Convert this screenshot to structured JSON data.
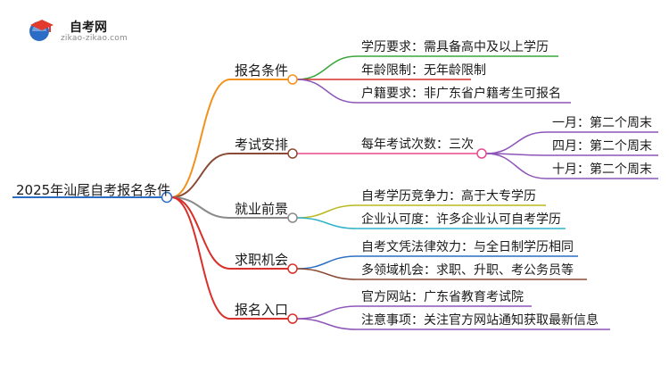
{
  "logo": {
    "title": "自考网",
    "subtitle": "zikao-zikao.com"
  },
  "root": {
    "label": "2025年汕尾自考报名条件"
  },
  "branches": [
    {
      "label": "报名条件",
      "color": "#f2921c",
      "children": [
        {
          "label": "学历要求：需具备高中及以上学历",
          "color": "#3aa53a"
        },
        {
          "label": "年龄限制：无年龄限制",
          "color": "#d8302a"
        },
        {
          "label": "户籍要求：非广东省户籍考生可报名",
          "color": "#8e55b8"
        }
      ]
    },
    {
      "label": "考试安排",
      "color": "#8b4a35",
      "children": [
        {
          "label": "每年考试次数：三次",
          "color": "#e8498d",
          "children": [
            {
              "label": "一月：第二个周末",
              "color": "#8e55b8"
            },
            {
              "label": "四月：第二个周末",
              "color": "#8e55b8"
            },
            {
              "label": "十月：第二个周末",
              "color": "#8e55b8"
            }
          ]
        }
      ]
    },
    {
      "label": "就业前景",
      "color": "#8a8a8a",
      "children": [
        {
          "label": "自考学历竞争力：高于大专学历",
          "color": "#b8b81c"
        },
        {
          "label": "企业认可度：许多企业认可自考学历",
          "color": "#2fb3c9"
        }
      ]
    },
    {
      "label": "求职机会",
      "color": "#d8302a",
      "children": [
        {
          "label": "自考文凭法律效力：与全日制学历相同",
          "color": "#2c6fc2"
        },
        {
          "label": "多领域机会：求职、升职、考公务员等",
          "color": "#8b4a35"
        }
      ]
    },
    {
      "label": "报名入口",
      "color": "#d8302a",
      "children": [
        {
          "label": "官方网站：广东省教育考试院",
          "color": "#8e55b8"
        },
        {
          "label": "注意事项：关注官方网站通知获取最新信息",
          "color": "#8e55b8"
        }
      ]
    }
  ]
}
